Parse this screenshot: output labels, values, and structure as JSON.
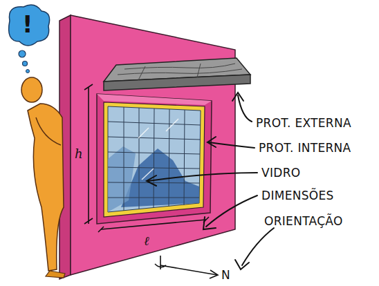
{
  "diagram": {
    "labels": [
      "!",
      "h",
      "ℓ",
      "PROT. EXTERNA",
      "PROT. INTERNA",
      "VIDRO",
      "DIMENSÕES",
      "ORIENTAÇÃO",
      "N"
    ]
  }
}
